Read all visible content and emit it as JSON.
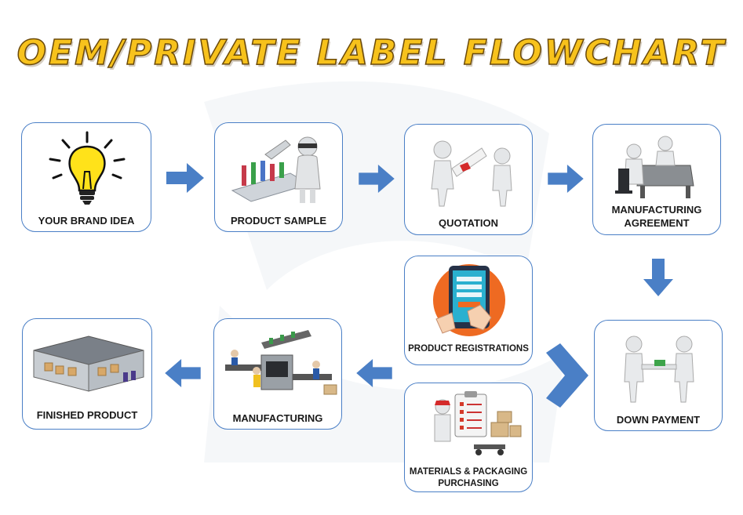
{
  "title": "OEM/PRIVATE LABEL FLOWCHART",
  "steps": [
    {
      "label": "YOUR BRAND IDEA",
      "icon": "lightbulb-icon"
    },
    {
      "label": "PRODUCT SAMPLE",
      "icon": "lab-robot-icon"
    },
    {
      "label": "QUOTATION",
      "icon": "document-handover-icon"
    },
    {
      "label": "MANUFACTURING AGREEMENT",
      "icon": "office-desk-icon"
    },
    {
      "label": "DOWN PAYMENT",
      "icon": "handshake-money-icon"
    },
    {
      "label": "PRODUCT REGISTRATIONS",
      "icon": "tablet-register-icon"
    },
    {
      "label": "MATERIALS & PACKAGING PURCHASING",
      "icon": "checklist-boxes-icon"
    },
    {
      "label": "MANUFACTURING",
      "icon": "factory-conveyor-icon"
    },
    {
      "label": "FINISHED PRODUCT",
      "icon": "warehouse-icon"
    }
  ],
  "colors": {
    "title": "#f7c21c",
    "border": "#4a7fc6",
    "arrow": "#4a7fc6"
  }
}
